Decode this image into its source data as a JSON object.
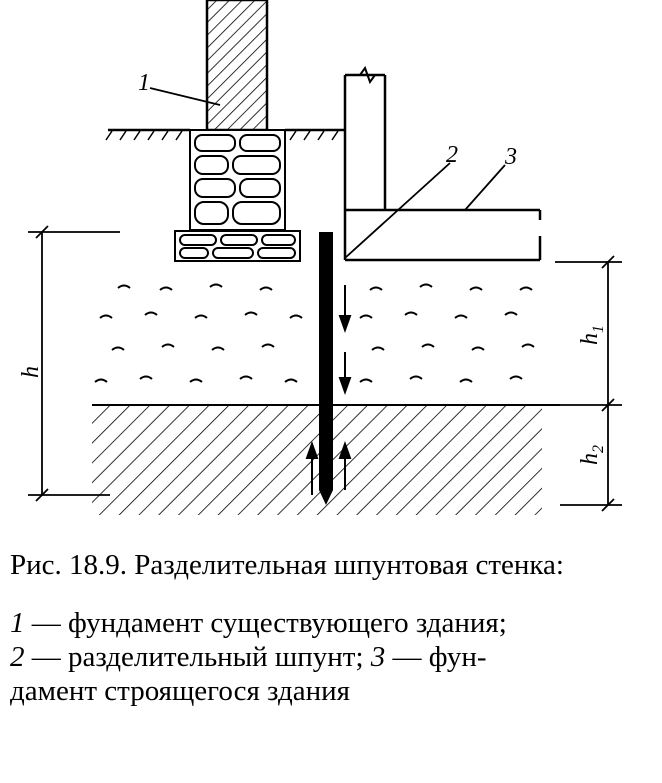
{
  "figure": {
    "callouts": {
      "c1": "1",
      "c2": "2",
      "c3": "3"
    },
    "dimensions": {
      "h": "h",
      "h1": "h",
      "h1_sub": "1",
      "h2": "h",
      "h2_sub": "2"
    }
  },
  "caption": {
    "title": "Рис. 18.9. Разделительная шпунтовая стенка:",
    "items": [
      {
        "num": "1",
        "text": "— фундамент существующего здания;"
      },
      {
        "num": "2",
        "text": "— разделительный шпунт;"
      },
      {
        "num": "3",
        "text": "— фун-дамент строящегося здания"
      }
    ],
    "line2_end": "— разделительный шпунт;",
    "line3_a": "— фун-",
    "line3_b": "дамент строящегося здания"
  }
}
